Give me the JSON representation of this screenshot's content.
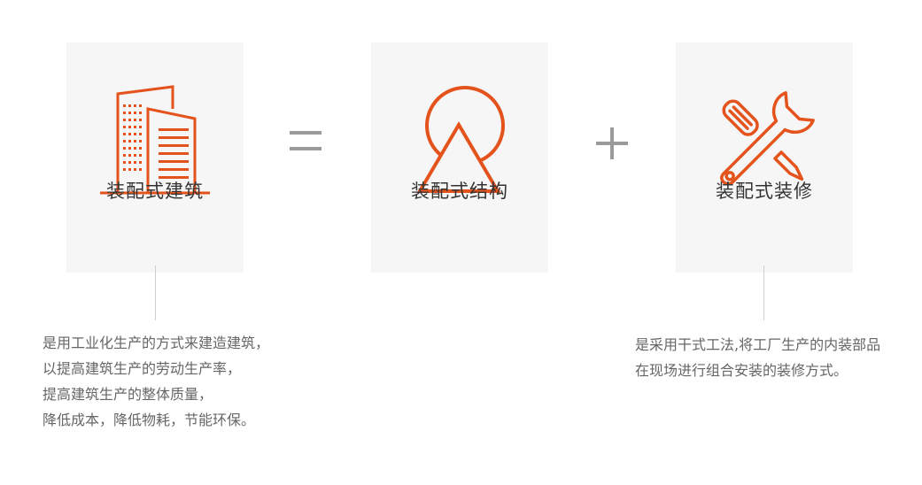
{
  "accent_color": "#e5531c",
  "cards": [
    {
      "label": "装配式建筑",
      "icon": "buildings-icon"
    },
    {
      "label": "装配式结构",
      "icon": "circle-triangle-icon"
    },
    {
      "label": "装配式装修",
      "icon": "wrench-screwdriver-icon"
    }
  ],
  "operators": {
    "equals": "equals-icon",
    "plus": "plus-icon"
  },
  "left_description": [
    "是用工业化生产的方式来建造建筑，",
    "以提高建筑生产的劳动生产率，",
    "提高建筑生产的整体质量，",
    "降低成本，降低物耗，节能环保。"
  ],
  "right_description": [
    "是采用干式工法,将工厂生产的内装部品",
    "在现场进行组合安装的装修方式。"
  ]
}
